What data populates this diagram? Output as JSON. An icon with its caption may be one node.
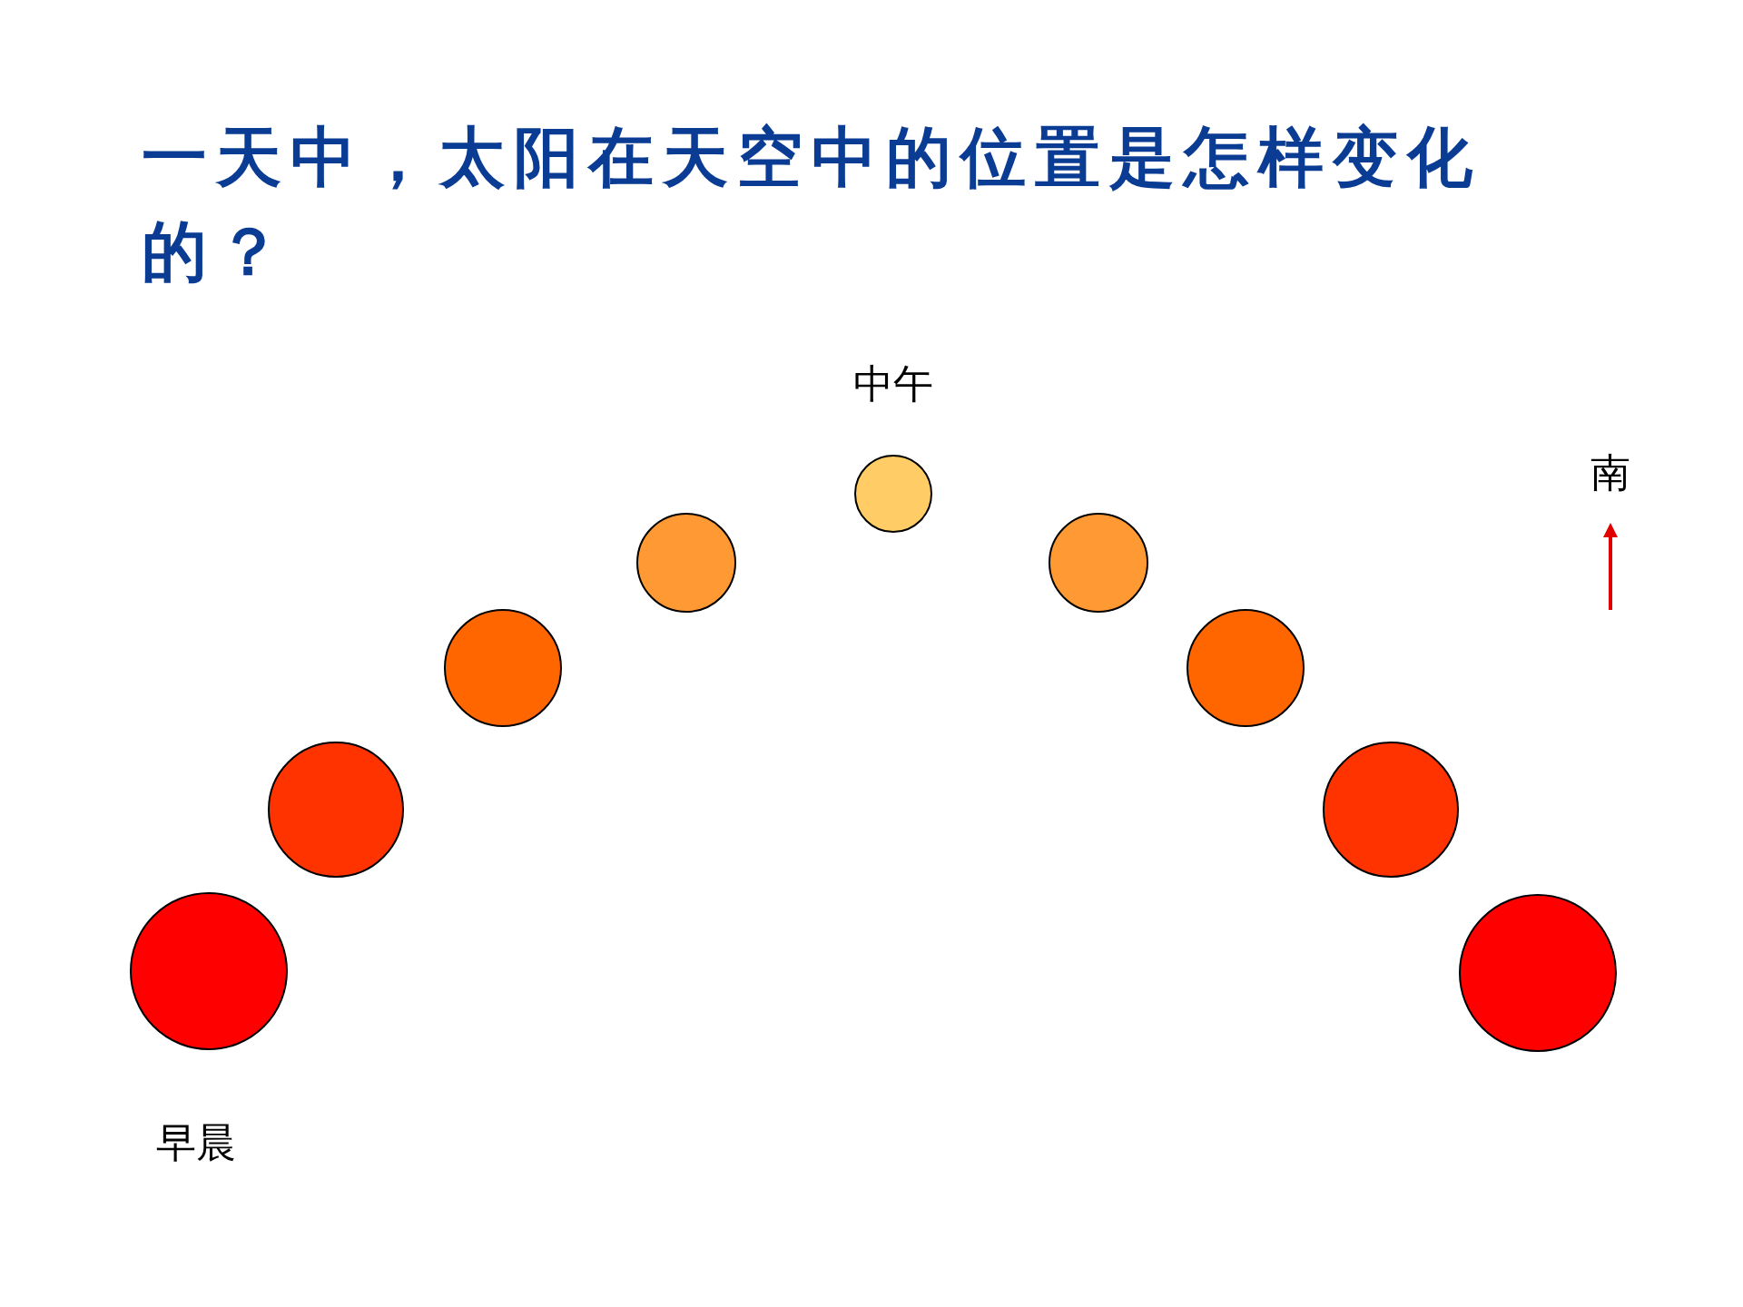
{
  "diagram": {
    "title": "一天中，太阳在天空中的位置是怎样变化的？",
    "labels": [
      "中午",
      "南",
      "早晨"
    ]
  }
}
